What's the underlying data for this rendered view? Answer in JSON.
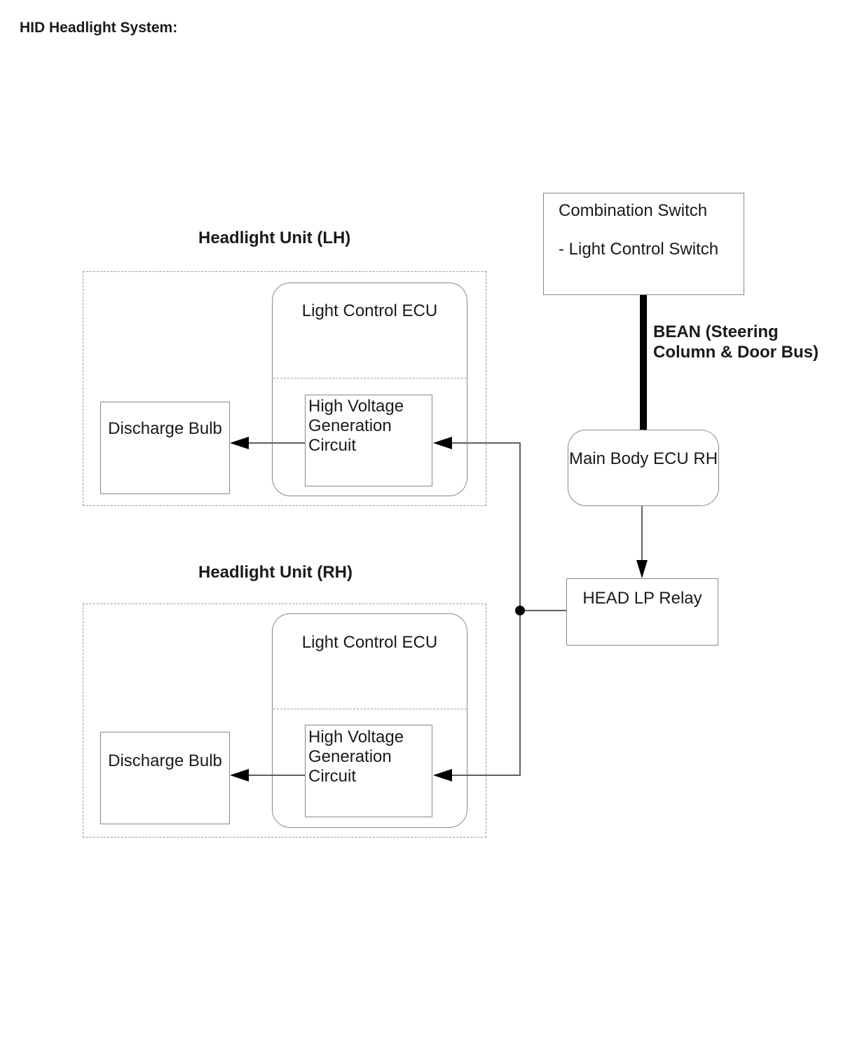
{
  "page": {
    "title": "HID Headlight System:"
  },
  "headlight_unit_lh": {
    "title": "Headlight Unit (LH)",
    "light_control_ecu_label": "Light Control ECU",
    "high_voltage_circuit_label": "High Voltage Generation Circuit",
    "discharge_bulb_label": "Discharge Bulb"
  },
  "headlight_unit_rh": {
    "title": "Headlight Unit (RH)",
    "light_control_ecu_label": "Light Control ECU",
    "high_voltage_circuit_label": "High Voltage Generation Circuit",
    "discharge_bulb_label": "Discharge Bulb"
  },
  "combination_switch": {
    "title": "Combination Switch",
    "sub_item": "- Light Control Switch"
  },
  "bean_bus": {
    "label_line1": "BEAN (Steering",
    "label_line2": "Column & Door Bus)"
  },
  "main_body_ecu": {
    "label": "Main Body ECU RH"
  },
  "head_lp_relay": {
    "label": "HEAD LP Relay"
  },
  "colors": {
    "box_border": "#878787",
    "dashed_border": "#989898",
    "connector_line": "#5f5f5f",
    "arrow_and_bus": "#000000",
    "text": "#1a1a1a",
    "background": "#ffffff"
  }
}
